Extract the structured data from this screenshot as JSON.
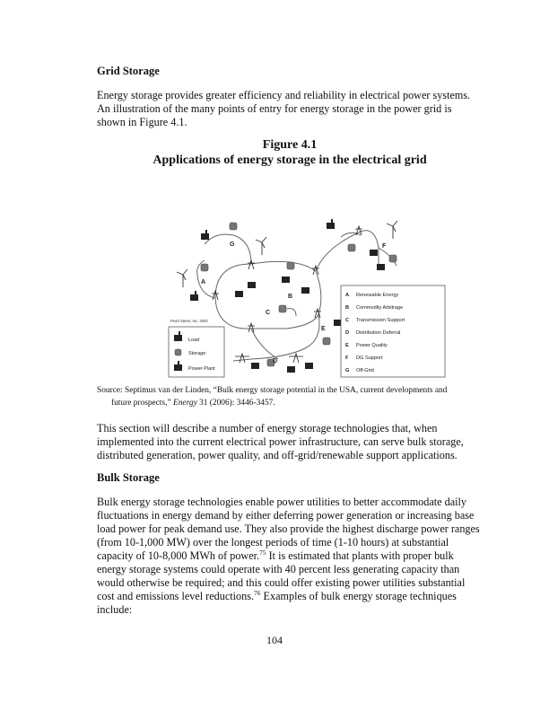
{
  "section1": {
    "heading": "Grid Storage",
    "paragraph": "Energy storage provides greater efficiency and reliability in electrical power systems. An illustration of the many points of entry for energy storage in the power grid is shown in Figure 4.1."
  },
  "figure": {
    "number": "Figure 4.1",
    "title": "Applications of energy storage in the electrical grid",
    "copyright": "Pearl Street, Inc. 2002",
    "node_letters": [
      "A",
      "B",
      "C",
      "D",
      "E",
      "F",
      "G"
    ],
    "legend_letters": [
      {
        "letter": "A",
        "label": "Renewable Energy"
      },
      {
        "letter": "B",
        "label": "Commodity Arbitrage"
      },
      {
        "letter": "C",
        "label": "Transmission Support"
      },
      {
        "letter": "D",
        "label": "Distribution Deferral"
      },
      {
        "letter": "E",
        "label": "Power Quality"
      },
      {
        "letter": "F",
        "label": "DG Support"
      },
      {
        "letter": "G",
        "label": "Off-Grid"
      }
    ],
    "legend_symbols": [
      "Load",
      "Storage",
      "Power Plant"
    ]
  },
  "source": {
    "line1": "Source: Septimus van der Linden, “Bulk energy storage potential in the USA, current developments and",
    "line2a": "future prospects,” ",
    "journal": "Energy",
    "line2b": " 31 (2006): 3446-3457."
  },
  "paragraph2": "This section will describe a number of energy storage technologies that, when implemented into the current electrical power infrastructure, can serve bulk storage, distributed generation, power quality, and off-grid/renewable support applications.",
  "section2": {
    "heading": "Bulk Storage",
    "text1": "Bulk energy storage technologies enable power utilities to better accommodate daily fluctuations in energy demand by either deferring power generation or increasing base load power for peak demand use.  They also provide the highest discharge power ranges (from 10-1,000 MW) over the longest periods of time (1-10 hours) at substantial capacity of 10-8,000 MWh of power.",
    "footnote1": "75",
    "text2": "   It is estimated that plants with proper bulk energy storage systems could operate with 40 percent less generating capacity than would otherwise be required; and this could offer existing power utilities substantial cost and emissions level reductions.",
    "footnote2": "76",
    "text3": "  Examples of bulk energy storage techniques include:"
  },
  "page_number": "104",
  "colors": {
    "storage": "#777777",
    "line": "#555555",
    "plant": "#222222"
  }
}
